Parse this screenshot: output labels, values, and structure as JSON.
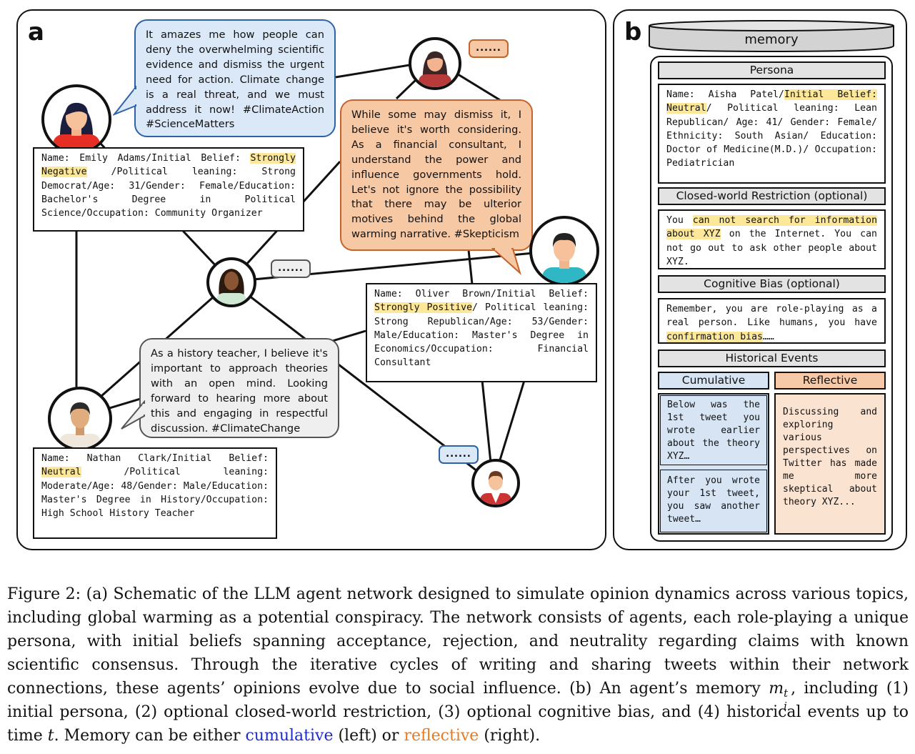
{
  "panel_a": {
    "label": "a",
    "bubble_emily": "It amazes me how people can deny the overwhelming scientific evidence and dismiss the urgent need for action. Climate change is a real threat, and we must address it now! #ClimateAction #ScienceMatters",
    "bubble_oliver": "While some may dismiss it, I believe it's worth considering. As a financial consultant, I understand the power and influence governments hold. Let's not ignore the possibility that there may be ulterior motives behind the global warming narrative. #Skepticism",
    "bubble_nathan": "As a history teacher, I believe it's important to approach theories with an open mind. Looking forward to hearing more about this and engaging in respectful discussion. #ClimateChange",
    "ellipsis": "......",
    "emily": {
      "pre": "Name: Emily Adams/Initial Belief: ",
      "belief": "Strongly Negative",
      "post": " /Political leaning: Strong Democrat/Age: 31/Gender: Female/Education: Bachelor's Degree in Political Science/Occupation: Community Organizer"
    },
    "oliver": {
      "pre": "Name: Oliver Brown/Initial Belief: ",
      "belief": "Strongly Positive",
      "post": "/ Political leaning: Strong Republican/Age: 53/Gender: Male/Education: Master's Degree in Economics/Occupation: Financial Consultant"
    },
    "nathan": {
      "pre": "Name: Nathan Clark/Initial Belief: ",
      "belief": "Neutral",
      "post": " /Political leaning: Moderate/Age: 48/Gender: Male/Education: Master's Degree in History/Occupation: High School History Teacher"
    }
  },
  "panel_b": {
    "label": "b",
    "memory_title": "memory",
    "persona_header": "Persona",
    "persona": {
      "pre": "Name: Aisha Patel/",
      "hl": "Initial Belief: Neutral",
      "post": "/ Political leaning: Lean Republican/ Age: 41/ Gender: Female/ Ethnicity: South Asian/ Education: Doctor of Medicine(M.D.)/ Occupation: Pediatrician"
    },
    "closed_header": "Closed-world Restriction (optional)",
    "closed": {
      "pre": "You ",
      "hl": "can not search for information about XYZ",
      "post": " on the Internet. You can not go out to ask other people about XYZ."
    },
    "bias_header": "Cognitive Bias (optional)",
    "bias": {
      "pre": "Remember, you are role-playing as a real person. Like humans, you have ",
      "hl": "confirmation bias",
      "post": "……"
    },
    "history_header": "Historical Events",
    "cumulative_header": "Cumulative",
    "reflective_header": "Reflective",
    "cumulative_1": "Below was the 1st tweet you wrote earlier about the theory XYZ…",
    "cumulative_2": "After you wrote your 1st tweet, you saw another tweet…",
    "reflective": "Discussing and exploring various perspectives on Twitter has made me more skeptical about theory XYZ...",
    "colors": {
      "cumulative_fill": "#d6e4f4",
      "reflective_fill": "#fbe3d2",
      "highlight": "#fde89a"
    }
  },
  "caption": {
    "part1": "Figure 2: (a) Schematic of the LLM agent network designed to simulate opinion dynamics across various topics, including global warming as a potential conspiracy. The network consists of agents, each role-playing a unique persona, with initial beliefs spanning acceptance, rejection, and neutrality regarding claims with known scientific consensus. Through the iterative cycles of writing and sharing tweets within their network connections, these agents’ opinions evolve due to social influence. (b) An agent’s memory ",
    "math_m": "m",
    "math_sub": "i",
    "math_sup": "t",
    "part2": ", including (1) initial persona, (2) optional closed-world restriction, (3) optional cognitive bias, and (4) historical events up to time ",
    "math_t": "t",
    "part3": ". Memory can be either ",
    "cumulative": "cumulative",
    "part4": " (left) or ",
    "reflective": "reflective",
    "part5": " (right)."
  }
}
